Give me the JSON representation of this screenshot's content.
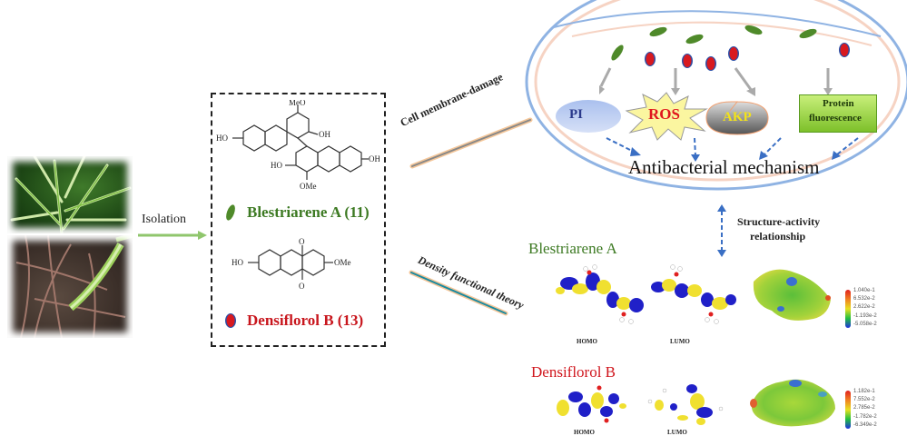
{
  "source": {
    "photo_label": "plant photograph (roots and leaves)",
    "isolation_label": "Isolation"
  },
  "compounds": {
    "compound_a": {
      "name": "Blestriarene A (11)",
      "color": "#3d7a23",
      "substituents": [
        "MeO",
        "HO",
        "OH",
        "HO",
        "OMe",
        "OH"
      ]
    },
    "compound_b": {
      "name": "Densiflorol B (13)",
      "color": "#c8161d",
      "substituents": [
        "HO",
        "O",
        "OMe",
        "O"
      ]
    }
  },
  "pathways": {
    "membrane": "Cell membrane-damage",
    "dft": "Density functional theory"
  },
  "cell": {
    "assays": {
      "pi": "PI",
      "ros": "ROS",
      "akp": "AKP",
      "protein_line1": "Protein",
      "protein_line2": "fluorescence"
    },
    "mechanism": "Antibacterial mechanism"
  },
  "sar": {
    "line1": "Structure-activity",
    "line2": "relationship"
  },
  "dft_results": {
    "blestriarene": {
      "title": "Blestriarene A",
      "homo": "HOMO",
      "lumo": "LUMO",
      "scale": [
        "1.040e-1",
        "6.532e-2",
        "2.622e-2",
        "-1.193e-2",
        "-5.058e-2"
      ]
    },
    "densiflorol": {
      "title": "Densiflorol B",
      "homo": "HOMO",
      "lumo": "LUMO",
      "scale": [
        "1.182e-1",
        "7.552e-2",
        "2.785e-2",
        "-1.782e-2",
        "-6.349e-2"
      ]
    }
  },
  "colors": {
    "green": "#3d7a23",
    "red": "#c8161d",
    "membrane_blue": "#8fb3e3",
    "membrane_pink": "#f6d3c3",
    "arrow_blue": "#3a6fc4"
  }
}
